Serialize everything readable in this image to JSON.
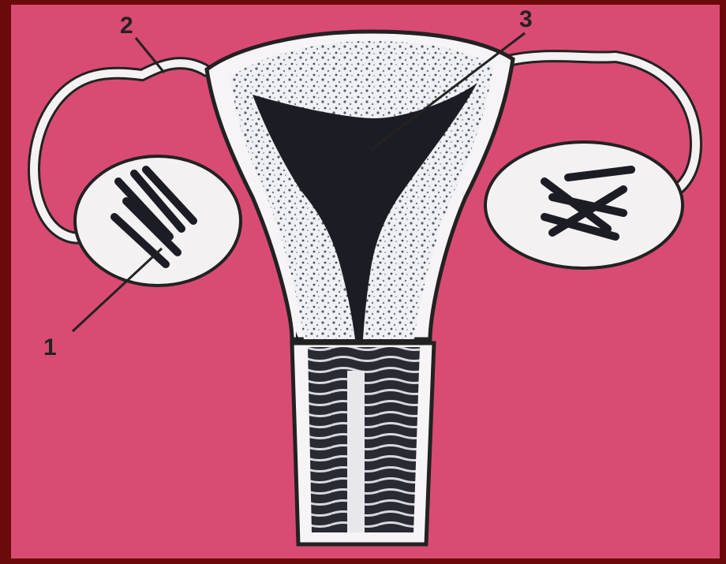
{
  "labels": {
    "ovary": "1",
    "fallopian_tube": "2",
    "uterus": "3"
  },
  "colors": {
    "frame": "#6b0a0a",
    "background": "#d94b73",
    "tissue_light": "#f4f1f2",
    "tissue_dark": "#1c1c24",
    "ink": "#222222"
  }
}
